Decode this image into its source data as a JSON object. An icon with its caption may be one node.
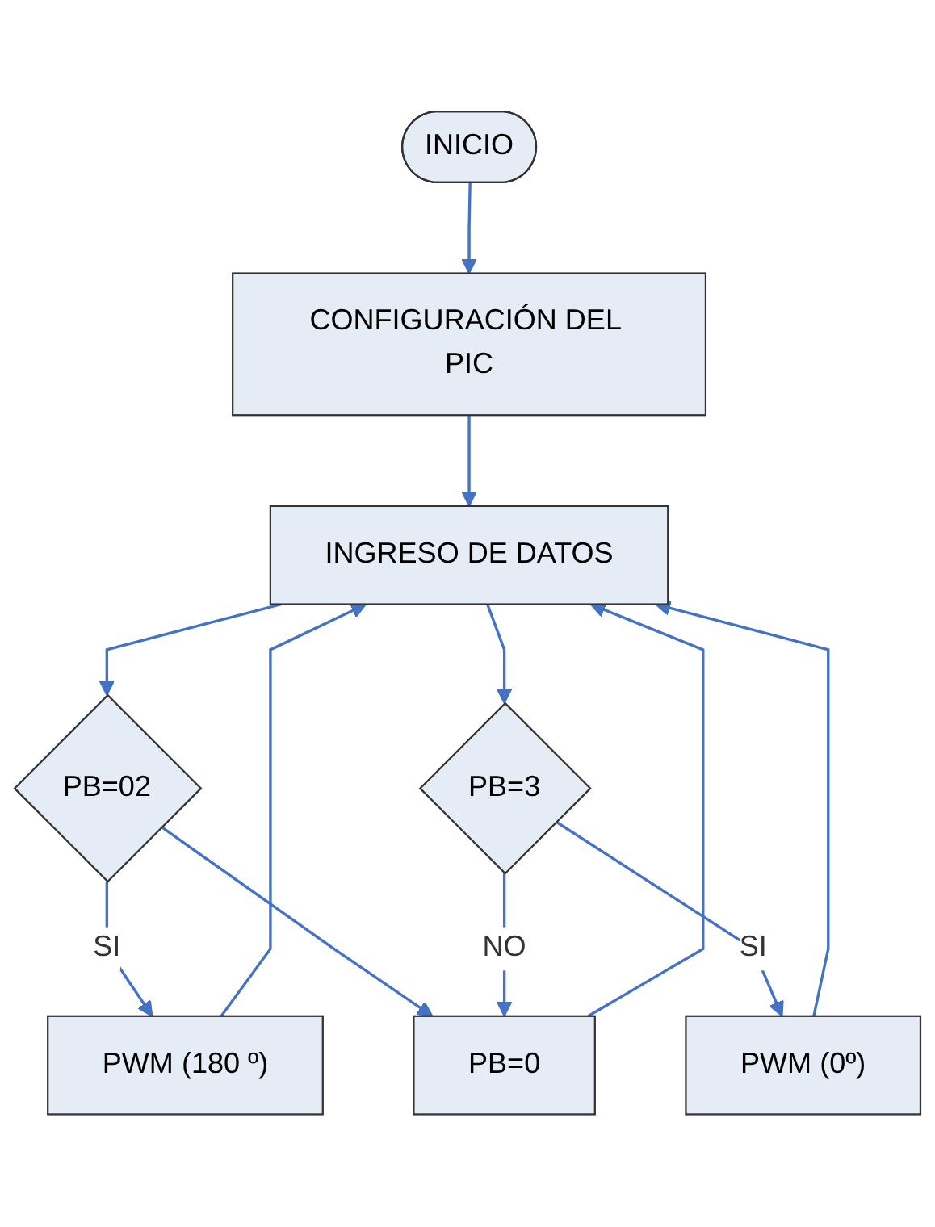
{
  "diagram": {
    "nodes": [
      {
        "text": [
          "INICIO"
        ]
      },
      {
        "text": [
          "CONFIGURACIÓN DEL PIC"
        ]
      },
      {
        "text": [
          "INGRESO DE DATOS"
        ]
      },
      {
        "text": [
          "PB=0"
        ]
      },
      {
        "text": [
          "PB=02"
        ]
      },
      {
        "text": [
          "PB=3"
        ]
      },
      {
        "text": [
          "PWM (180 º)"
        ]
      },
      {
        "text": [
          "PWM (0º)"
        ]
      }
    ],
    "edges": [
      {
        "from": 0,
        "to": 1,
        "arrow": "to"
      },
      {
        "from": 1,
        "to": 2,
        "arrow": "to"
      },
      {
        "from": 2,
        "to": 4,
        "arrow": "to"
      },
      {
        "from": 2,
        "to": 5,
        "arrow": "to"
      },
      {
        "from": 4,
        "to": 6,
        "arrow": "to",
        "label": "SI"
      },
      {
        "from": 5,
        "to": 7,
        "arrow": "to",
        "label": "SI"
      },
      {
        "from": 4,
        "to": 3,
        "arrow": "to"
      },
      {
        "from": 5,
        "to": 3,
        "arrow": "to",
        "label": "NO"
      },
      {
        "from": 3,
        "to": 2,
        "arrow": "to"
      },
      {
        "from": 6,
        "to": 2,
        "arrow": "to"
      },
      {
        "from": 7,
        "to": 2,
        "arrow": "to"
      }
    ]
  }
}
